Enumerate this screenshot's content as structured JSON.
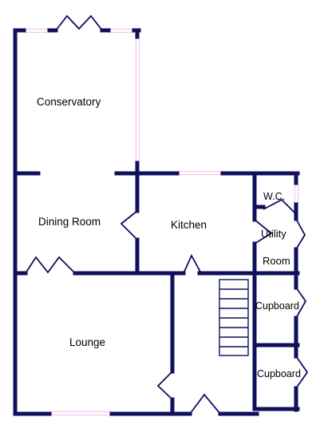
{
  "floorplan": {
    "colors": {
      "wall": "#0f0f5c",
      "window": "#f2c9ee",
      "door_swing": "#0f0f5c",
      "stairs": "#0f0f5c",
      "background": "#ffffff"
    },
    "rooms": {
      "conservatory": "Conservatory",
      "dining_room": "Dining Room",
      "kitchen": "Kitchen",
      "wc": "W.C.",
      "utility_line1": "Utility",
      "utility_line2": "Room",
      "cupboard_upper": "Cupboard",
      "cupboard_lower": "Cupboard",
      "lounge": "Lounge"
    }
  }
}
